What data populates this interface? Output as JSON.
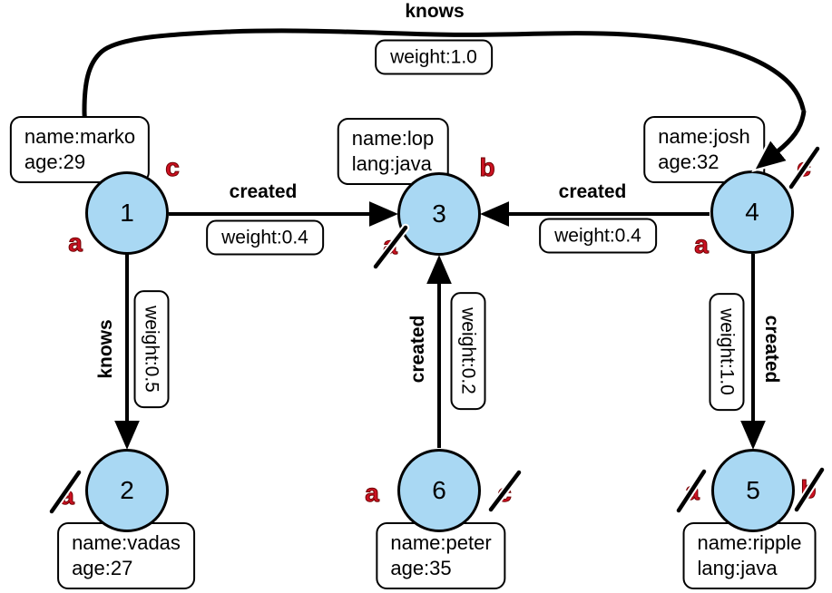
{
  "colors": {
    "node_fill": "#a9d8f3",
    "line_color": "#000000",
    "letter_red": "#cc1122",
    "box_bg": "#ffffff"
  },
  "nodes": {
    "n1": {
      "label": "1",
      "prop1": "name:marko",
      "prop2": "age:29"
    },
    "n2": {
      "label": "2",
      "prop1": "name:vadas",
      "prop2": "age:27"
    },
    "n3": {
      "label": "3",
      "prop1": "name:lop",
      "prop2": "lang:java"
    },
    "n4": {
      "label": "4",
      "prop1": "name:josh",
      "prop2": "age:32"
    },
    "n5": {
      "label": "5",
      "prop1": "name:ripple",
      "prop2": "lang:java"
    },
    "n6": {
      "label": "6",
      "prop1": "name:peter",
      "prop2": "age:35"
    }
  },
  "edges": {
    "knows_1_4": {
      "label": "knows",
      "weight": "weight:1.0"
    },
    "created_1_3": {
      "label": "created",
      "weight": "weight:0.4"
    },
    "created_4_3": {
      "label": "created",
      "weight": "weight:0.4"
    },
    "knows_1_2": {
      "label": "knows",
      "weight": "weight:0.5"
    },
    "created_6_3": {
      "label": "created",
      "weight": "weight:0.2"
    },
    "created_4_5": {
      "label": "created",
      "weight": "weight:1.0"
    }
  },
  "letters": {
    "n1_a": "a",
    "n1_c": "c",
    "n2_a": "a",
    "n3_a": "a",
    "n3_b": "b",
    "n4_a": "a",
    "n4_c": "c",
    "n5_a": "a",
    "n5_b": "b",
    "n6_a": "a",
    "n6_c": "c"
  }
}
